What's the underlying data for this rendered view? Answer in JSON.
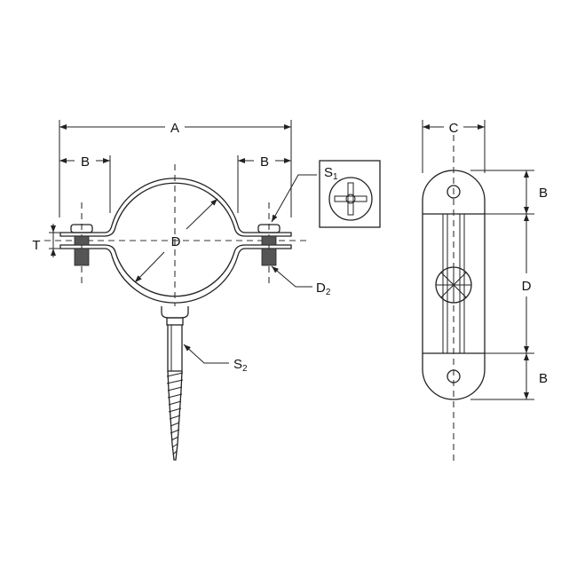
{
  "diagram": {
    "front_view": {
      "dim_A": "A",
      "dim_B_left": "B",
      "dim_B_right": "B",
      "dim_D": "D",
      "dim_T": "T",
      "label_S1": "S",
      "label_S1_sub": "1",
      "label_D2": "D",
      "label_D2_sub": "2",
      "label_S2": "S",
      "label_S2_sub": "2"
    },
    "side_view": {
      "dim_C": "C",
      "dim_B_top": "B",
      "dim_D": "D",
      "dim_B_bottom": "B"
    }
  }
}
